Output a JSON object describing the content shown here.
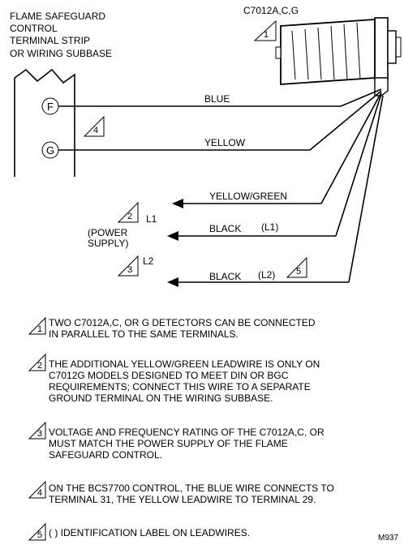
{
  "header": {
    "control_label": [
      "FLAME SAFEGUARD",
      "CONTROL",
      "TERMINAL STRIP",
      "OR WIRING SUBBASE"
    ],
    "detector_label": "C7012A,C,G"
  },
  "terminals": {
    "f": "F",
    "g": "G"
  },
  "wires": {
    "blue": "BLUE",
    "yellow": "YELLOW",
    "yellow_green": "YELLOW/GREEN",
    "black": "BLACK",
    "l1_tag": "(L1)",
    "l2_tag": "(L2)"
  },
  "power": {
    "l1": "L1",
    "l2": "L2",
    "supply": [
      "(POWER",
      "SUPPLY)"
    ]
  },
  "markers": {
    "m1": "1",
    "m2": "2",
    "m3": "3",
    "m4": "4",
    "m5": "5"
  },
  "notes": [
    {
      "num": "1",
      "lines": [
        "TWO C7012A,C, OR G DETECTORS CAN BE CONNECTED",
        "IN PARALLEL TO THE SAME TERMINALS."
      ]
    },
    {
      "num": "2",
      "lines": [
        "THE ADDITIONAL YELLOW/GREEN LEADWIRE IS ONLY ON",
        "C7012G MODELS DESIGNED TO MEET DIN OR BGC",
        "REQUIREMENTS; CONNECT THIS WIRE TO A SEPARATE",
        "GROUND TERMINAL ON THE WIRING SUBBASE."
      ]
    },
    {
      "num": "3",
      "lines": [
        "VOLTAGE AND FREQUENCY RATING OF THE C7012A,C, OR",
        "MUST MATCH THE POWER SUPPLY OF THE FLAME",
        "SAFEGUARD CONTROL."
      ]
    },
    {
      "num": "4",
      "lines": [
        "ON THE BCS7700 CONTROL, THE BLUE WIRE CONNECTS TO",
        "TERMINAL 31, THE YELLOW LEADWIRE TO TERMINAL 29."
      ]
    },
    {
      "num": "5",
      "lines": [
        "( ) IDENTIFICATION LABEL ON LEADWIRES."
      ]
    }
  ],
  "figure_code": "M937"
}
